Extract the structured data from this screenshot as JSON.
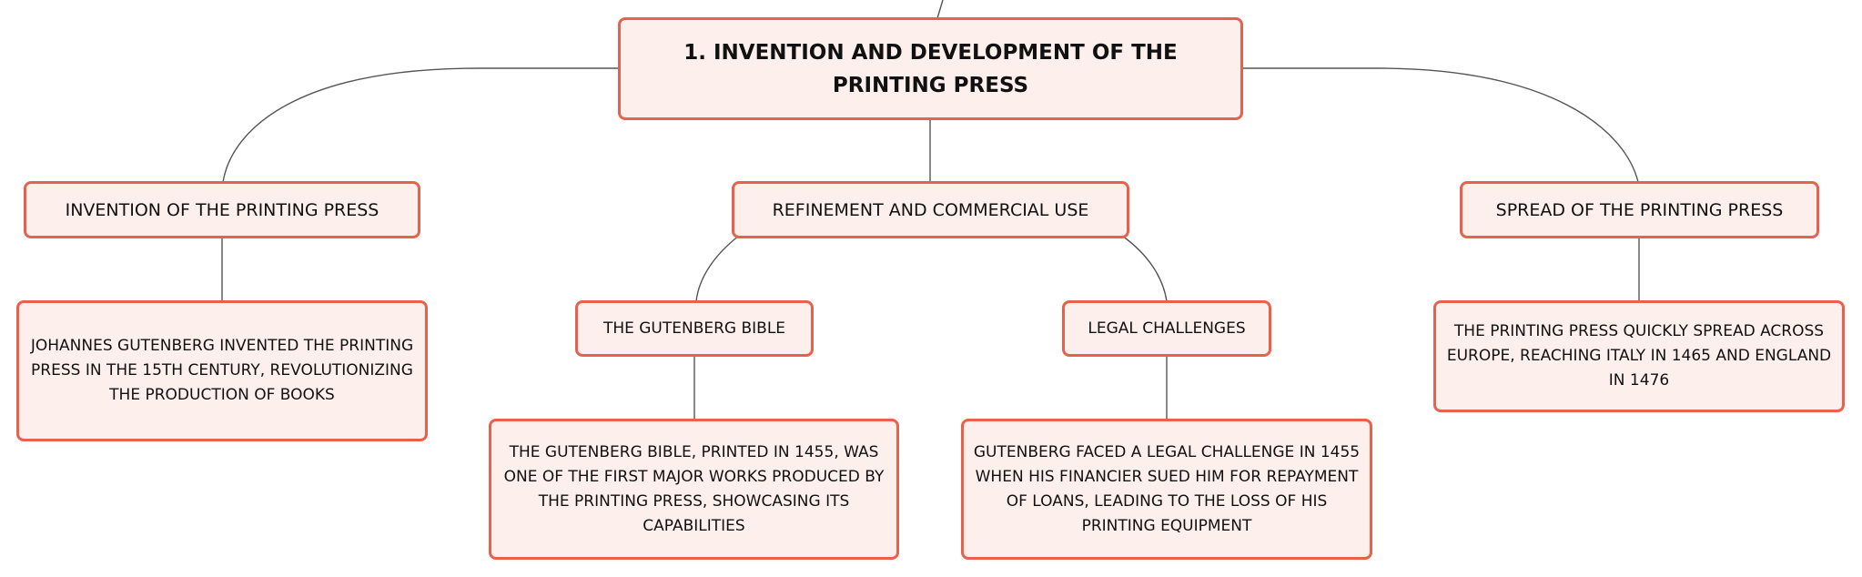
{
  "diagram": {
    "root": {
      "label": "1. INVENTION AND DEVELOPMENT OF THE PRINTING PRESS"
    },
    "branches": [
      {
        "label": "INVENTION OF THE PRINTING PRESS",
        "detail": "JOHANNES GUTENBERG INVENTED THE PRINTING PRESS IN THE 15TH CENTURY, REVOLUTIONIZING THE PRODUCTION OF BOOKS"
      },
      {
        "label": "REFINEMENT AND COMMERCIAL USE",
        "children": [
          {
            "label": "THE GUTENBERG BIBLE",
            "detail": "THE GUTENBERG BIBLE, PRINTED IN 1455, WAS ONE OF THE FIRST MAJOR WORKS PRODUCED BY THE PRINTING PRESS, SHOWCASING ITS CAPABILITIES"
          },
          {
            "label": "LEGAL CHALLENGES",
            "detail": "GUTENBERG FACED A LEGAL CHALLENGE IN 1455 WHEN HIS FINANCIER SUED HIM FOR REPAYMENT OF LOANS, LEADING TO THE LOSS OF HIS PRINTING EQUIPMENT"
          }
        ]
      },
      {
        "label": "SPREAD OF THE PRINTING PRESS",
        "detail": "THE PRINTING PRESS QUICKLY SPREAD ACROSS EUROPE, REACHING ITALY IN 1465 AND ENGLAND IN 1476"
      }
    ],
    "colors": {
      "node_fill": "#fdf0ec",
      "node_border": "#e8614c",
      "connector": "#555555"
    }
  }
}
